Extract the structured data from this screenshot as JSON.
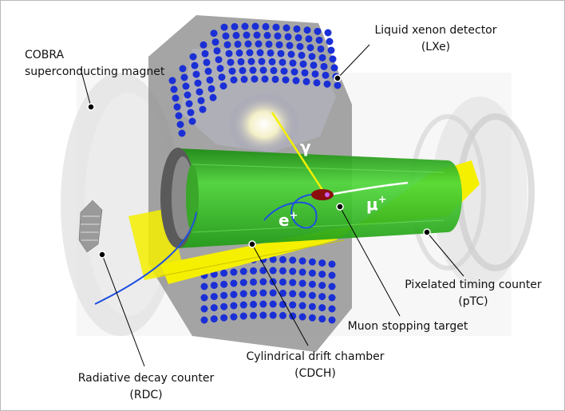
{
  "labels": {
    "cobra": {
      "line1": "COBRA",
      "line2": "superconducting magnet"
    },
    "lxe": {
      "line1": "Liquid xenon detector",
      "line2": "(LXe)"
    },
    "ptc": {
      "line1": "Pixelated timing counter",
      "line2": "(pTC)"
    },
    "target": {
      "line1": "Muon stopping target"
    },
    "cdch": {
      "line1": "Cylindrical drift chamber",
      "line2": "(CDCH)"
    },
    "rdc": {
      "line1": "Radiative decay counter",
      "line2": "(RDC)"
    }
  },
  "particles": {
    "gamma": "γ",
    "positron": "e",
    "positron_charge": "+",
    "muon": "μ",
    "muon_charge": "+"
  },
  "colors": {
    "magnet": "#d8d8d8",
    "lxe": "#8a8a8a",
    "lxe_pmt": "#1a2fd6",
    "cdch": "#2fc21f",
    "ptc": "#f5f000",
    "target": "#8b0f0f",
    "track": "#1e50e0"
  }
}
